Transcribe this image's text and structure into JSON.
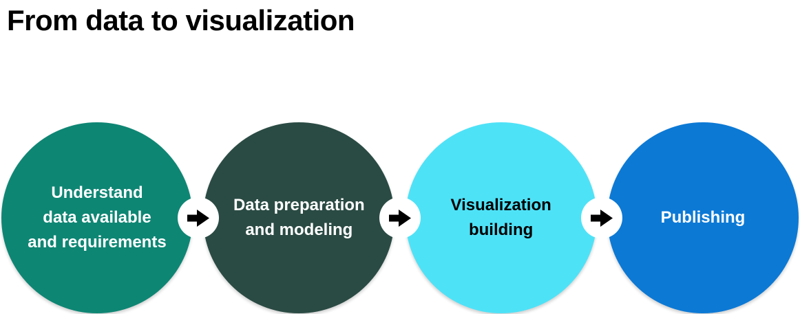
{
  "title": "From data to visualization",
  "colors": {
    "background": "#ffffff",
    "title_text": "#000000",
    "arrow": "#000000",
    "connector_bg": "#ffffff"
  },
  "steps": [
    {
      "id": "understand",
      "label": "Understand\ndata available\nand requirements",
      "bg": "#0e8674",
      "text_color": "#ffffff"
    },
    {
      "id": "preparation",
      "label": "Data preparation\nand modeling",
      "bg": "#2a4b43",
      "text_color": "#ffffff"
    },
    {
      "id": "visualization",
      "label": "Visualization\nbuilding",
      "bg": "#4ee2f7",
      "text_color": "#000000"
    },
    {
      "id": "publishing",
      "label": "Publishing",
      "bg": "#0c79d5",
      "text_color": "#ffffff"
    }
  ],
  "connectors": [
    {
      "icon": "arrow-right-icon"
    },
    {
      "icon": "arrow-right-icon"
    },
    {
      "icon": "arrow-right-icon"
    }
  ]
}
